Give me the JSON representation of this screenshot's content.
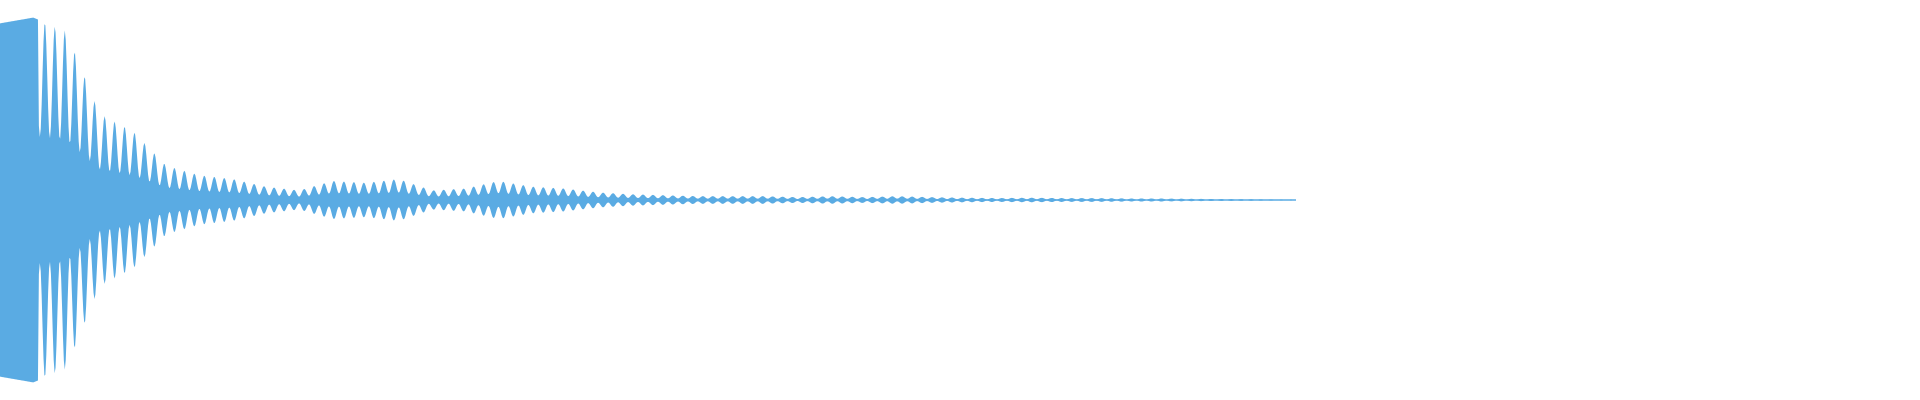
{
  "waveform": {
    "color": "#5aabe3",
    "background": "#ffffff",
    "duration_fraction": 0.675,
    "peaks": [
      0.92,
      0.95,
      0.88,
      0.45,
      0.36,
      0.18,
      0.13,
      0.11,
      0.07,
      0.05,
      0.1,
      0.09,
      0.11,
      0.05,
      0.06,
      0.1,
      0.07,
      0.06,
      0.04,
      0.03,
      0.025,
      0.02,
      0.02,
      0.02,
      0.015,
      0.02,
      0.015,
      0.02,
      0.015,
      0.012,
      0.01,
      0.012,
      0.01,
      0.01,
      0.008,
      0.008,
      0.006,
      0.005,
      0.004,
      0.003
    ]
  }
}
